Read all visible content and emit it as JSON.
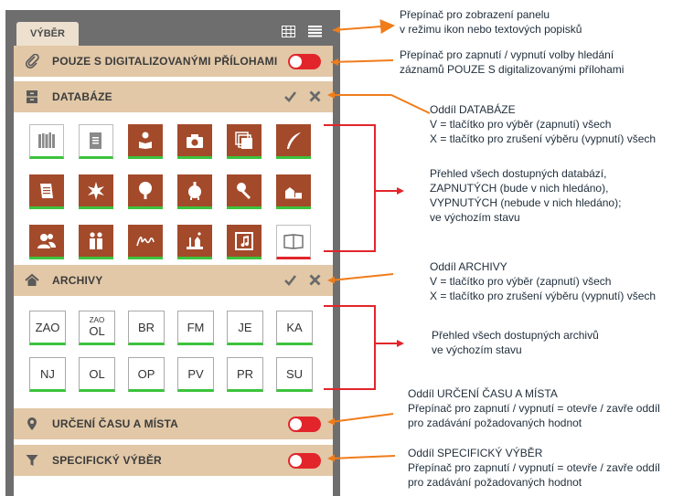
{
  "panel": {
    "tab_label": "VÝBĚR",
    "filter_attachments": {
      "label": "POUZE S DIGITALIZOVANÝMI PŘÍLOHAMI",
      "on": true
    },
    "databases": {
      "label": "DATABÁZE",
      "items": [
        {
          "icon": "books-icon",
          "state": "off"
        },
        {
          "icon": "document-icon",
          "state": "off"
        },
        {
          "icon": "person-reading-icon",
          "state": "on"
        },
        {
          "icon": "camera-icon",
          "state": "on"
        },
        {
          "icon": "stacked-pages-icon",
          "state": "on"
        },
        {
          "icon": "quill-icon",
          "state": "on"
        },
        {
          "icon": "scroll-icon",
          "state": "on"
        },
        {
          "icon": "star-burst-icon",
          "state": "on"
        },
        {
          "icon": "tree-icon",
          "state": "on"
        },
        {
          "icon": "seal-icon",
          "state": "on"
        },
        {
          "icon": "stamp-icon",
          "state": "on"
        },
        {
          "icon": "farm-icon",
          "state": "on"
        },
        {
          "icon": "people-icon",
          "state": "on"
        },
        {
          "icon": "family-icon",
          "state": "on"
        },
        {
          "icon": "handwriting-icon",
          "state": "on"
        },
        {
          "icon": "landscape-icon",
          "state": "on"
        },
        {
          "icon": "film-music-icon",
          "state": "on"
        },
        {
          "icon": "open-book-icon",
          "state": "red"
        }
      ]
    },
    "archives": {
      "label": "ARCHIVY",
      "items": [
        {
          "top": "",
          "code": "ZAO"
        },
        {
          "top": "ZAO",
          "code": "OL"
        },
        {
          "top": "",
          "code": "BR"
        },
        {
          "top": "",
          "code": "FM"
        },
        {
          "top": "",
          "code": "JE"
        },
        {
          "top": "",
          "code": "KA"
        },
        {
          "top": "",
          "code": "NJ"
        },
        {
          "top": "",
          "code": "OL"
        },
        {
          "top": "",
          "code": "OP"
        },
        {
          "top": "",
          "code": "PV"
        },
        {
          "top": "",
          "code": "PR"
        },
        {
          "top": "",
          "code": "SU"
        }
      ]
    },
    "time_place": {
      "label": "URČENÍ ČASU A MÍSTA",
      "on": true
    },
    "specific": {
      "label": "SPECIFICKÝ VÝBĚR",
      "on": true
    }
  },
  "notes": {
    "view_toggle": [
      "Přepínač pro zobrazení panelu",
      "v režimu ikon nebo textových popisků"
    ],
    "attach_toggle": [
      "Přepínač pro zapnutí / vypnutí volby hledání",
      "záznamů POUZE S digitalizovanými přílohami"
    ],
    "db_section": [
      "Oddíl DATABÁZE",
      "V = tlačítko pro výběr (zapnutí) všech",
      "X = tlačítko pro zrušení výběru (vypnutí) všech"
    ],
    "db_overview": [
      "Přehled všech dostupných databází,",
      "ZAPNUTÝCH (bude v nich hledáno),",
      "VYPNUTÝCH (nebude v nich hledáno);",
      "ve výchozím stavu"
    ],
    "ar_section": [
      "Oddíl ARCHIVY",
      "V = tlačítko pro výběr (zapnutí) všech",
      "X = tlačítko pro zrušení výběru (vypnutí) všech"
    ],
    "ar_overview": [
      "Přehled všech dostupných archivů",
      "ve výchozím stavu"
    ],
    "time_section": [
      "Oddíl URČENÍ ČASU A MÍSTA",
      "Přepínač pro zapnutí / vypnutí = otevře / zavře oddíl",
      "pro zadávání požadovaných hodnot"
    ],
    "spec_section": [
      "Oddíl SPECIFICKÝ VÝBĚR",
      "Přepínač pro zapnutí / vypnutí = otevře / zavře oddíl",
      "pro zadávání požadovaných hodnot"
    ]
  },
  "colors": {
    "panel_bg": "#6e6e6e",
    "bar_bg": "#e2c8a7",
    "db_on": "#a34a2b",
    "green": "#3cc33c",
    "red": "#e2252b",
    "arrow_orange": "#f07c1a",
    "bracket_red": "#e2252b"
  }
}
